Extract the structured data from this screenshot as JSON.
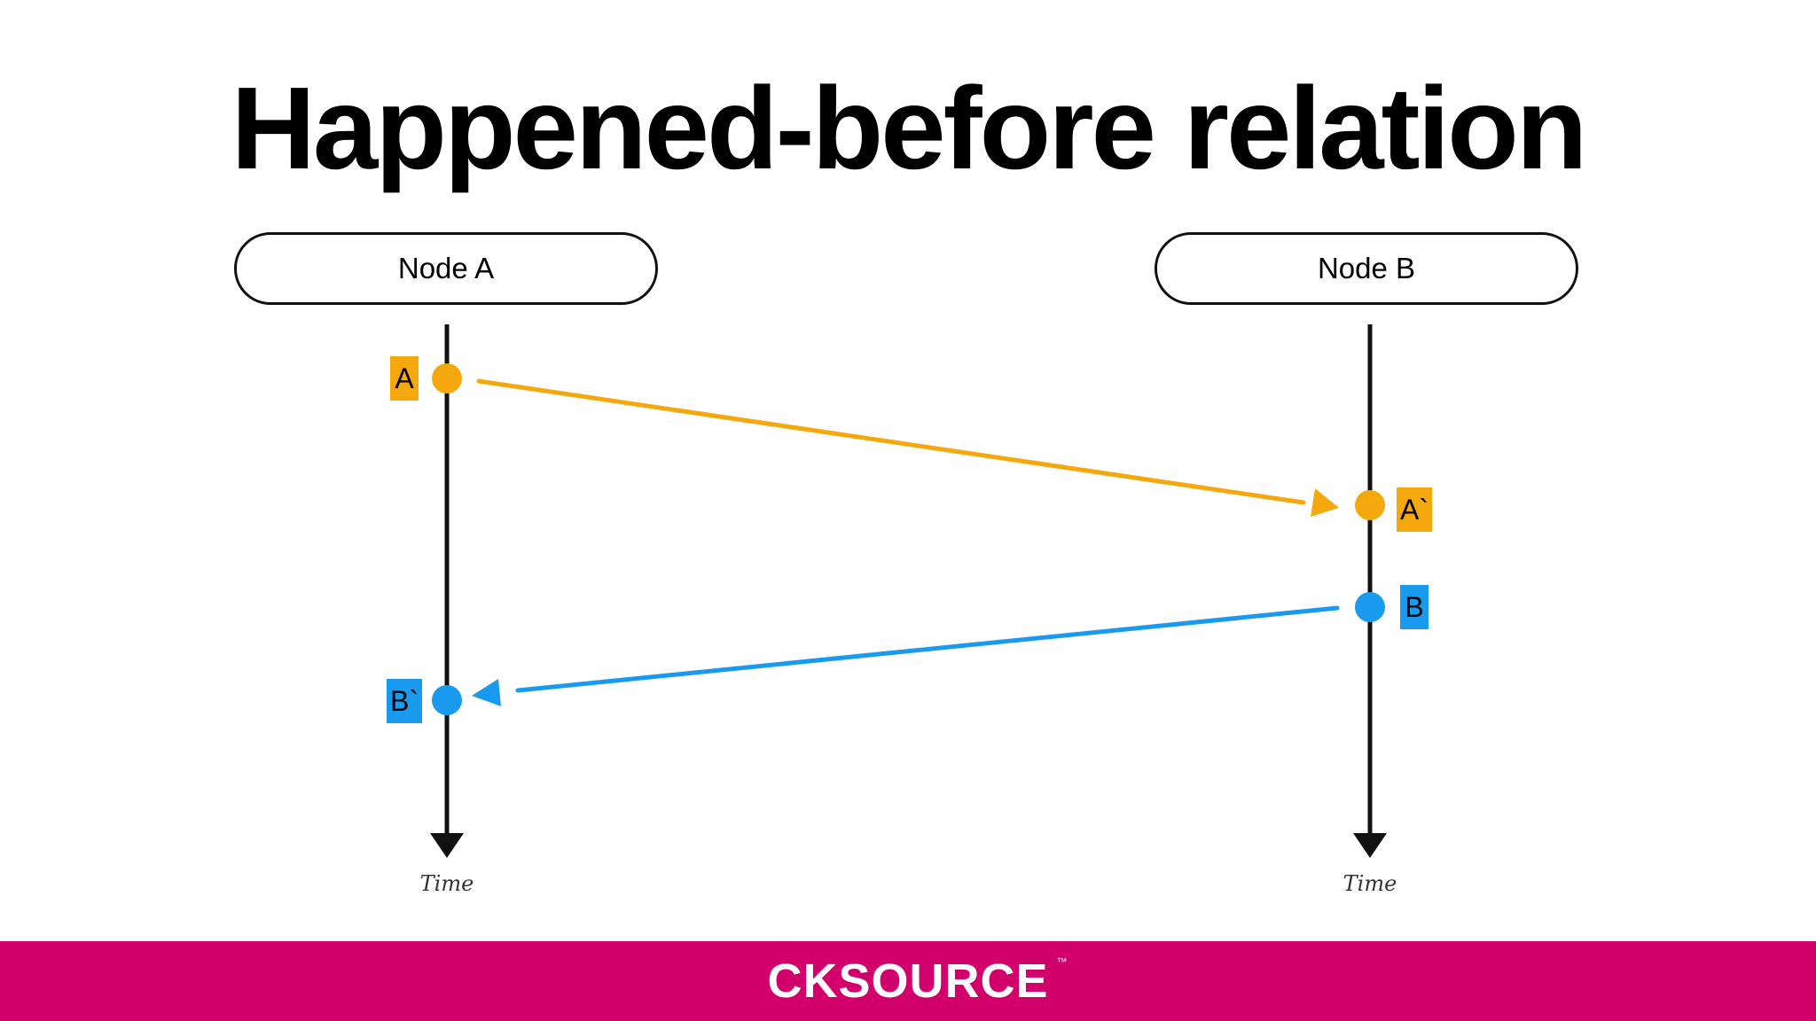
{
  "title": "Happened-before relation",
  "nodes": {
    "a": {
      "label": "Node A"
    },
    "b": {
      "label": "Node B"
    }
  },
  "events": {
    "a_send": {
      "label": "A"
    },
    "a_receive": {
      "label": "A`"
    },
    "b_send": {
      "label": "B"
    },
    "b_receive": {
      "label": "B`"
    }
  },
  "axes": {
    "a_time_label": "Time",
    "b_time_label": "Time"
  },
  "footer": {
    "logo_text": "CKSOURCE",
    "logo_tm": "™"
  },
  "colors": {
    "orange": "#F5A80E",
    "blue": "#1A9AEF",
    "footer_bg": "#D1006B",
    "line": "#111111"
  }
}
